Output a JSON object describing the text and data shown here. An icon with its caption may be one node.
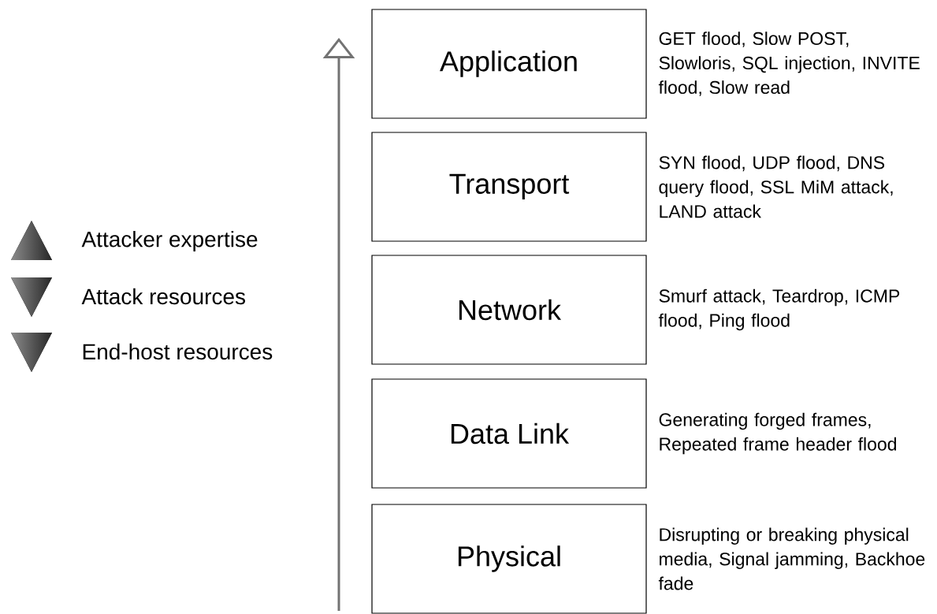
{
  "diagram": {
    "nodes": [
      {
        "text": [
          "Application"
        ],
        "beside": [
          "GET flood, Slow POST, Slowloris, SQL injection, INVITE flood, Slow read"
        ]
      },
      {
        "text": [
          "Transport"
        ],
        "beside": [
          "SYN flood, UDP flood, DNS query flood, SSL MiM attack, LAND attack"
        ]
      },
      {
        "text": [
          "Network"
        ],
        "beside": [
          "Smurf attack, Teardrop, ICMP flood, Ping flood"
        ]
      },
      {
        "text": [
          "Data Link"
        ],
        "beside": [
          "Generating forged frames, Repeated frame header flood"
        ]
      },
      {
        "text": [
          "Physical"
        ],
        "beside": [
          "Disrupting or breaking physical media, Signal jamming, Backhoe fade"
        ]
      }
    ],
    "edges": [],
    "legend": [
      {
        "text": "Attacker expertise"
      },
      {
        "text": "Attack resources"
      },
      {
        "text": "End-host resources"
      }
    ]
  }
}
